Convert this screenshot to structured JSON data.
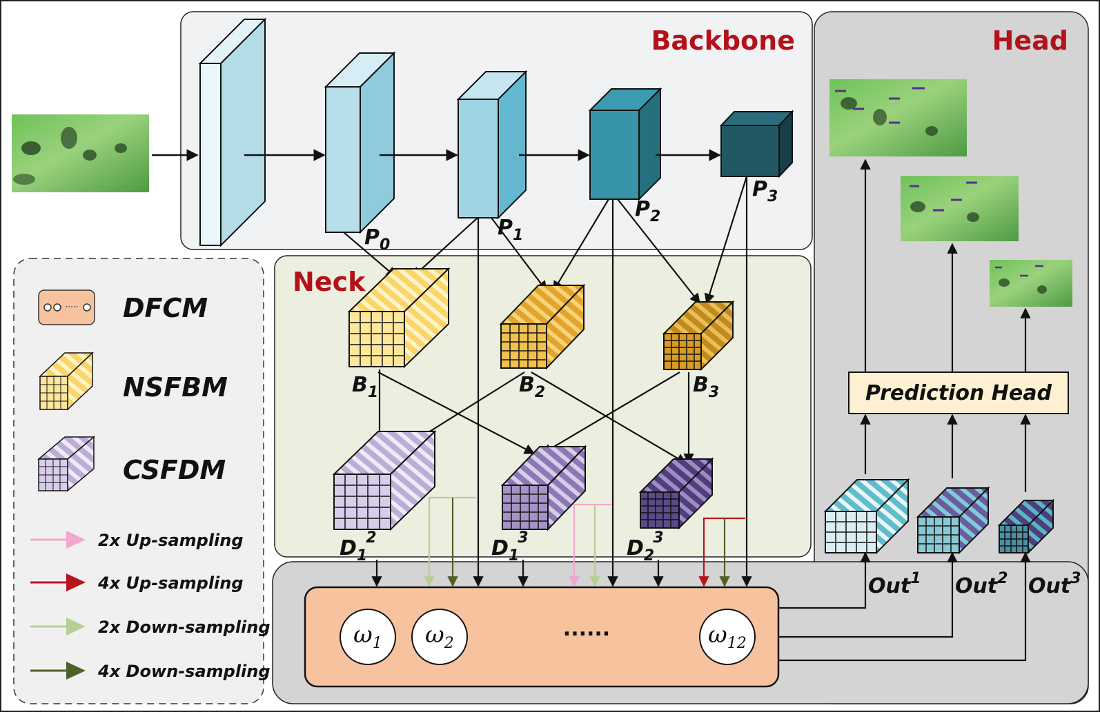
{
  "sections": {
    "backbone": "Backbone",
    "head": "Head",
    "neck": "Neck"
  },
  "backbone_labels": {
    "p0": {
      "base": "P",
      "sub": "0"
    },
    "p1": {
      "base": "P",
      "sub": "1"
    },
    "p2": {
      "base": "P",
      "sub": "2"
    },
    "p3": {
      "base": "P",
      "sub": "3"
    }
  },
  "neck_labels": {
    "b1": {
      "base": "B",
      "sub": "1"
    },
    "b2": {
      "base": "B",
      "sub": "2"
    },
    "b3": {
      "base": "B",
      "sub": "3"
    },
    "d1": {
      "base": "D",
      "sub": "1",
      "sup": "2"
    },
    "d2": {
      "base": "D",
      "sub": "1",
      "sup": "3"
    },
    "d3": {
      "base": "D",
      "sub": "2",
      "sup": "3"
    }
  },
  "fusion": {
    "w1": {
      "base": "ω",
      "sub": "1"
    },
    "w2": {
      "base": "ω",
      "sub": "2"
    },
    "dots": "......",
    "w12": {
      "base": "ω",
      "sub": "12"
    }
  },
  "head": {
    "prediction_head": "Prediction Head",
    "out1": {
      "base": "Out",
      "sup": "1"
    },
    "out2": {
      "base": "Out",
      "sup": "2"
    },
    "out3": {
      "base": "Out",
      "sup": "3"
    }
  },
  "legend": {
    "dfcm": "DFCM",
    "nsfbm": "NSFBM",
    "csfdm": "CSFDM",
    "arrows": [
      {
        "label": "2x Up-sampling",
        "color": "#f4a6cf"
      },
      {
        "label": "4x Up-sampling",
        "color": "#b8141c"
      },
      {
        "label": "2x Down-sampling",
        "color": "#b7cf94"
      },
      {
        "label": "4x Down-sampling",
        "color": "#4e6128"
      }
    ]
  },
  "colors": {
    "section_title": "#b3121a",
    "backbone_bg": "#f1f2f4",
    "neck_bg": "#ecefdf",
    "head_bg": "#d4d4d4",
    "fusion_fill": "#f7c29e",
    "prediction_head_fill": "#fdf1d2",
    "nsfbm_yellow": "#fbd46a",
    "csfdm_purple": "#bcadd7",
    "out_teal": "#5fbccc"
  }
}
